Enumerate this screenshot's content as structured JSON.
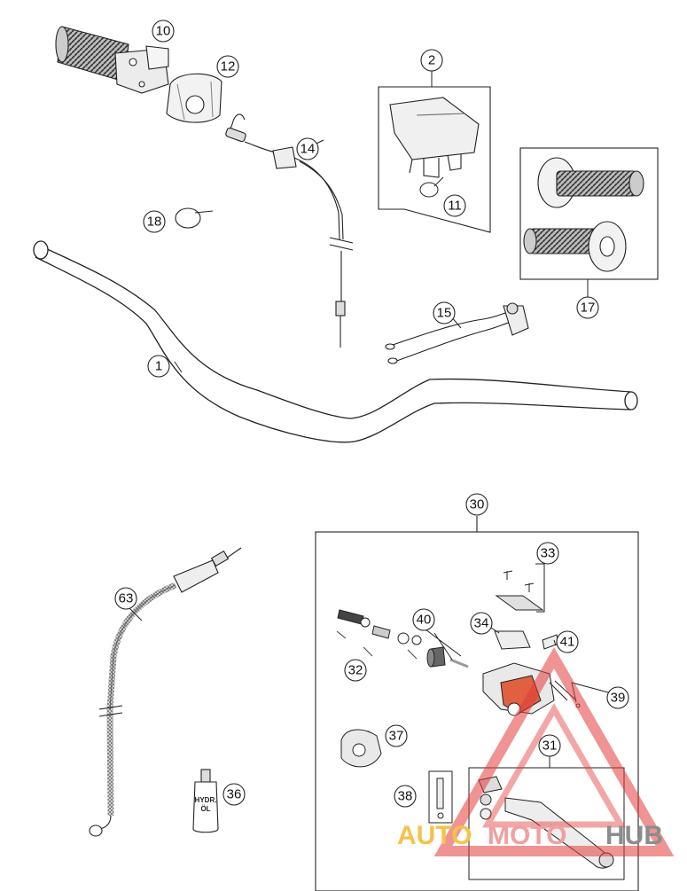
{
  "callouts": {
    "c1": "1",
    "c2": "2",
    "c10": "10",
    "c11": "11",
    "c12": "12",
    "c14": "14",
    "c15": "15",
    "c17": "17",
    "c18": "18",
    "c30": "30",
    "c31": "31",
    "c32": "32",
    "c33": "33",
    "c34": "34",
    "c36": "36",
    "c37": "37",
    "c38": "38",
    "c39": "39",
    "c40": "40",
    "c41": "41",
    "c63": "63"
  },
  "bottle_label": {
    "line1": "HYDR.",
    "line2": "ÖL"
  },
  "watermark": {
    "part1": "AUTO",
    "part2": "MOTO",
    "part3": "HUB",
    "color1": "#f5c24a",
    "color2": "#f0a0a0",
    "color3": "#8c8c8c"
  },
  "colors": {
    "line": "#222222",
    "part_fill": "#e9e9e9",
    "part_accent": "#e06040",
    "watermark_red": "#e23a3a"
  }
}
